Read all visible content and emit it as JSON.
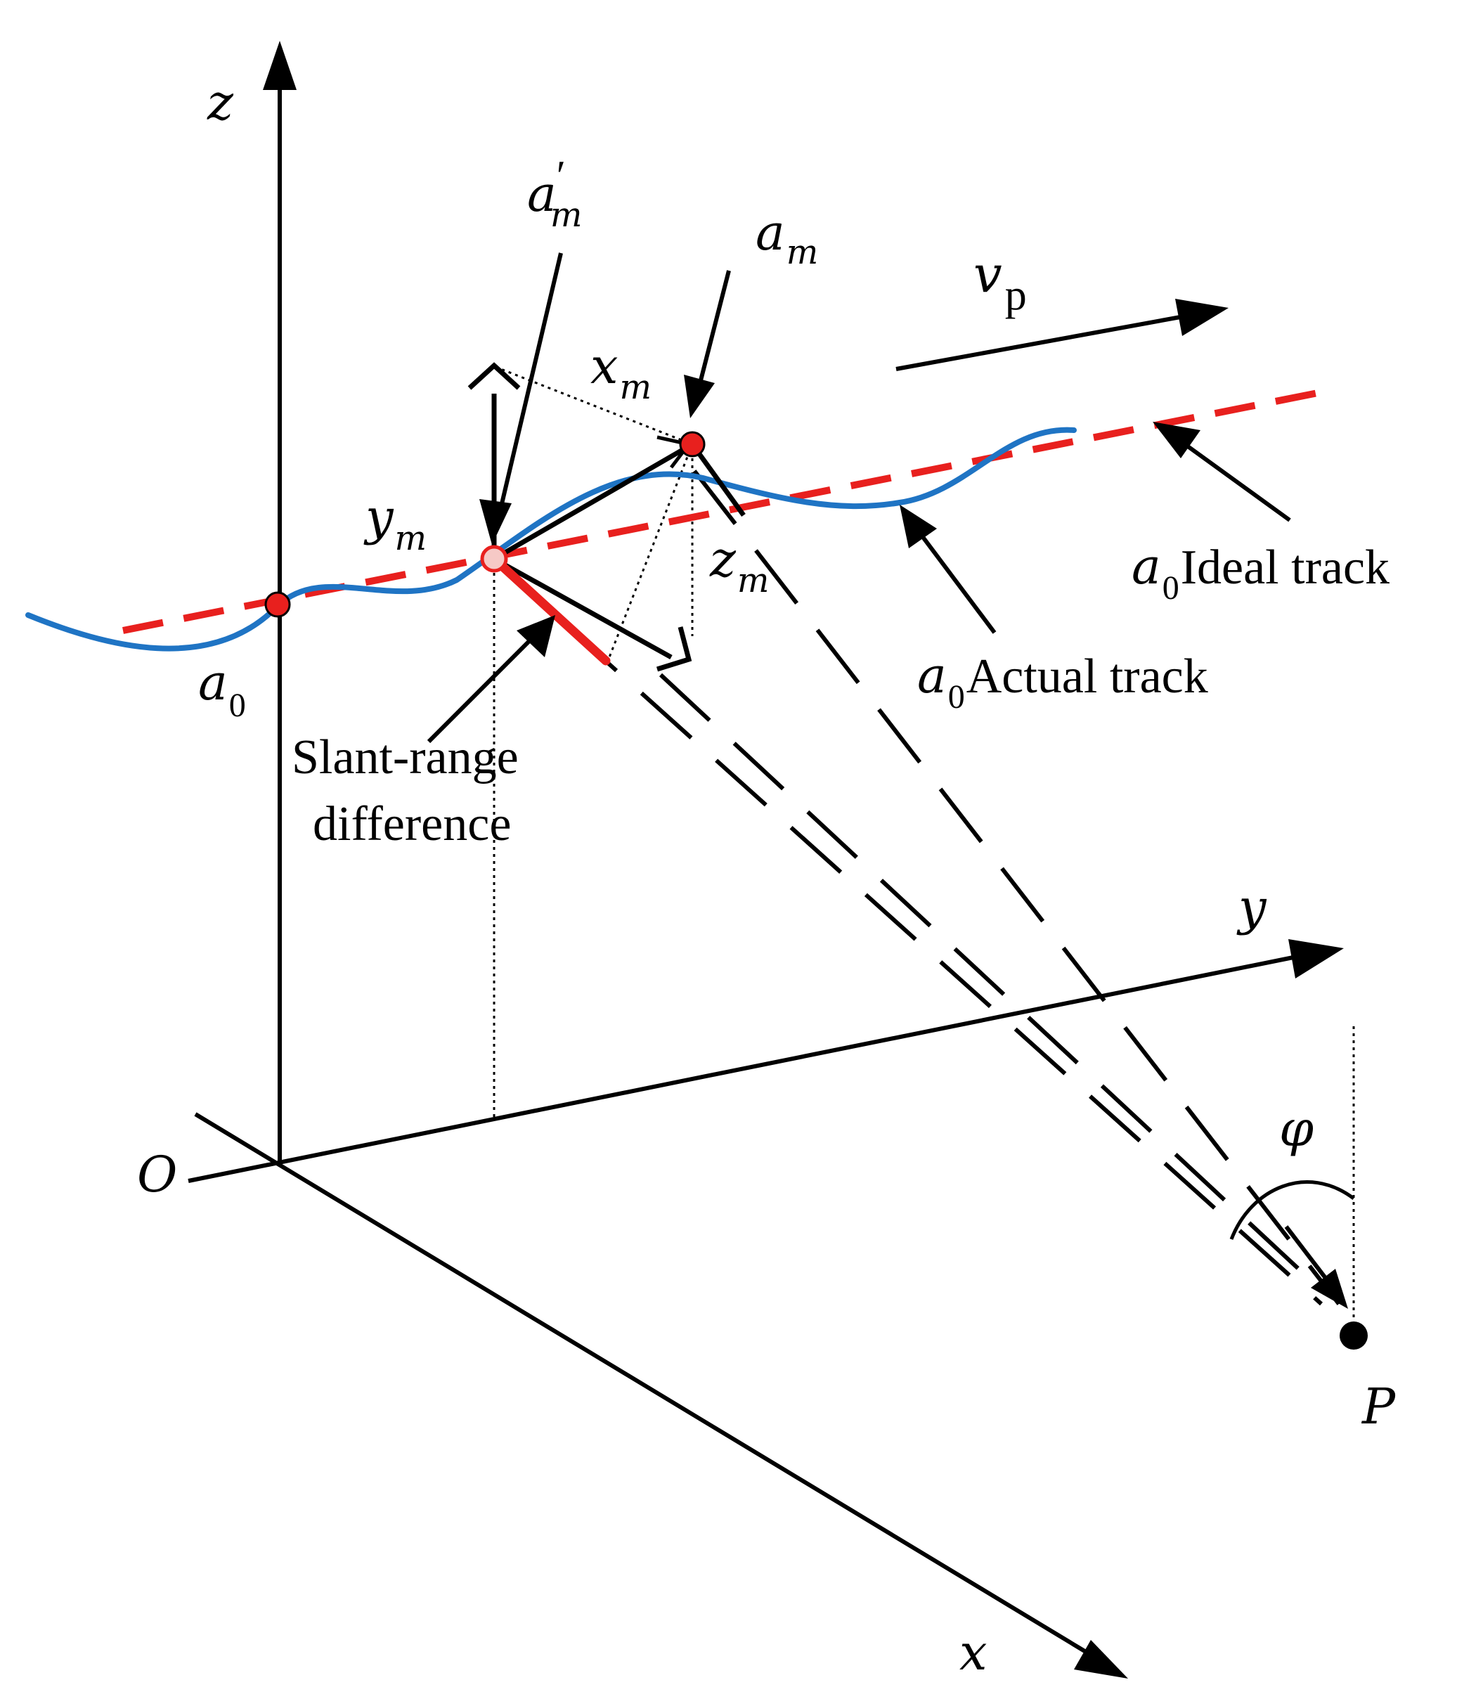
{
  "labels": {
    "z_axis": "z",
    "y_axis": "y",
    "x_axis": "x",
    "origin": "O",
    "point_p": "P",
    "angle_phi": "φ",
    "velocity": {
      "main": "v",
      "sub": "p"
    },
    "a0": {
      "main": "a",
      "sub": "0"
    },
    "am": {
      "main": "a",
      "sub": "m"
    },
    "am_prime": {
      "main": "a",
      "prime": "′",
      "sub": "m"
    },
    "xm": {
      "main": "x",
      "sub": "m"
    },
    "ym": {
      "main": "y",
      "sub": "m"
    },
    "zm": {
      "main": "z",
      "sub": "m"
    },
    "ideal_track": {
      "prefix": "a",
      "sub": "0",
      "text": "Ideal track"
    },
    "actual_track": {
      "prefix": "a",
      "sub": "0",
      "text": "Actual track"
    },
    "slant_range_line1": "Slant-range",
    "slant_range_line2": "difference"
  },
  "colors": {
    "axis": "#000000",
    "ideal_track": "#e8201e",
    "actual_track": "#1f74c4",
    "marker": "#e8201e",
    "slant_range": "#e8201e"
  }
}
